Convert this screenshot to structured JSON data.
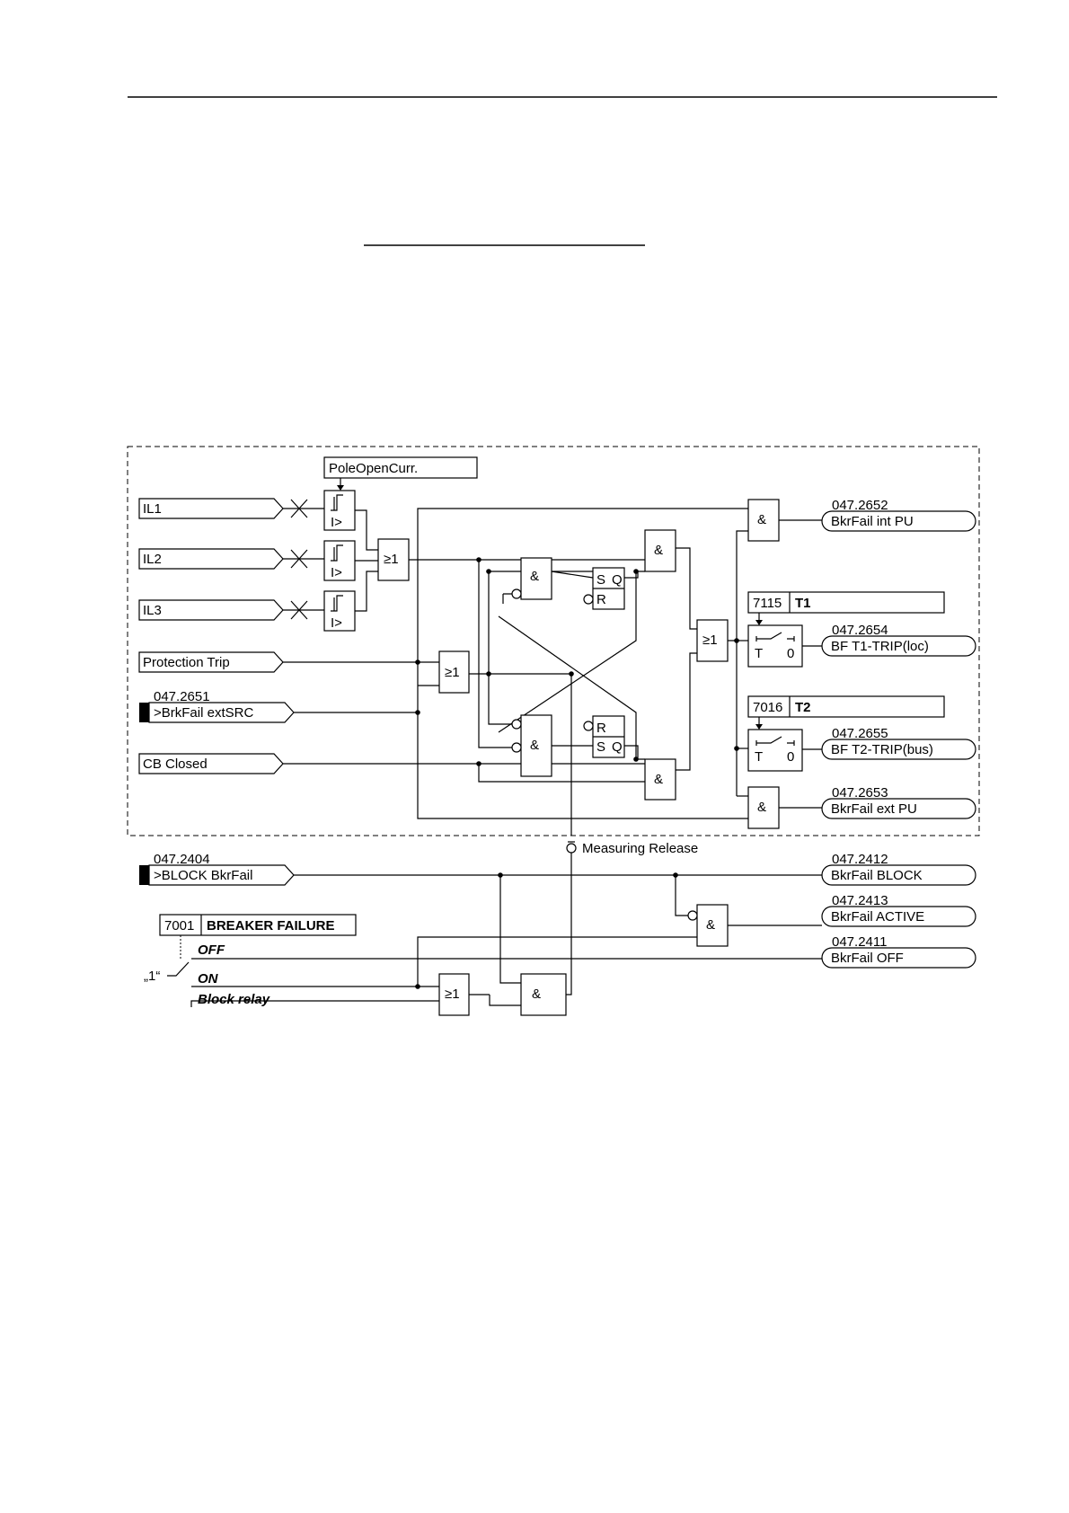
{
  "diagram": {
    "inputs": {
      "il1": "IL1",
      "il2": "IL2",
      "il3": "IL3",
      "protection_trip": "Protection Trip",
      "brkfail_ext_src": {
        "number": "047.2651",
        "label": ">BrkFail extSRC"
      },
      "cb_closed": "CB Closed",
      "block_bkrfail": {
        "number": "047.2404",
        "label": ">BLOCK BkrFail"
      }
    },
    "settings": {
      "pole_open_current": "PoleOpenCurr.",
      "t1": {
        "address": "7115",
        "name": "T1"
      },
      "t2": {
        "address": "7016",
        "name": "T2"
      },
      "breaker_failure": {
        "address": "7001",
        "name": "BREAKER FAILURE"
      }
    },
    "gate_labels": {
      "and": "&",
      "or": "≥1",
      "threshold": "I>",
      "flipflop_s": "S",
      "flipflop_q": "Q",
      "flipflop_r": "R",
      "timer_t": "T",
      "timer_zero": "0"
    },
    "switch": {
      "constant": "„1“",
      "options": [
        "OFF",
        "ON",
        "Block relay"
      ]
    },
    "measuring_release": "Measuring Release",
    "outputs": [
      {
        "number": "047.2652",
        "label": "BkrFail int PU"
      },
      {
        "number": "047.2654",
        "label": "BF T1-TRIP(loc)"
      },
      {
        "number": "047.2655",
        "label": "BF T2-TRIP(bus)"
      },
      {
        "number": "047.2653",
        "label": "BkrFail ext PU"
      },
      {
        "number": "047.2412",
        "label": "BkrFail BLOCK"
      },
      {
        "number": "047.2413",
        "label": "BkrFail ACTIVE"
      },
      {
        "number": "047.2411",
        "label": "BkrFail OFF"
      }
    ]
  }
}
